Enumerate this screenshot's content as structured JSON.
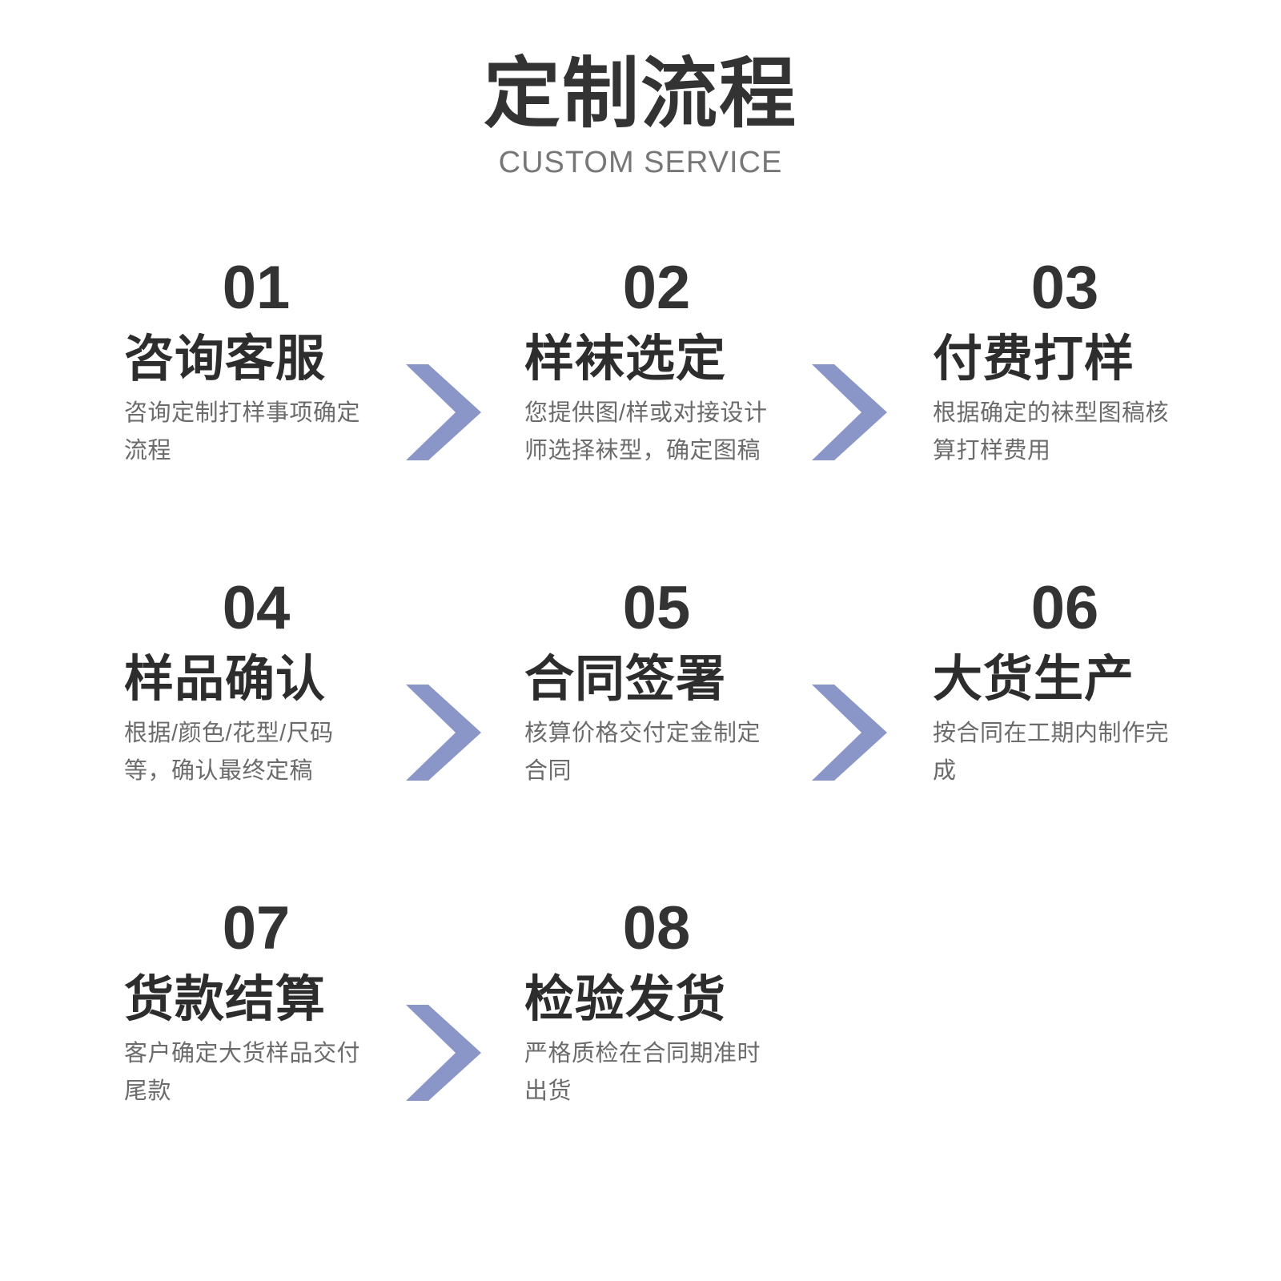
{
  "header": {
    "title": "定制流程",
    "subtitle": "CUSTOM SERVICE"
  },
  "theme": {
    "background": "#ffffff",
    "title_color": "#333333",
    "subtitle_color": "#777777",
    "step_number_color": "#333333",
    "step_title_color": "#2d2d2d",
    "step_desc_color": "#6b6b6b",
    "arrow_color": "#8b96c8"
  },
  "steps": [
    {
      "number": "01",
      "title": "咨询客服",
      "desc": "咨询定制打样事项确定流程"
    },
    {
      "number": "02",
      "title": "样袜选定",
      "desc": "您提供图/样或对接设计师选择袜型，确定图稿"
    },
    {
      "number": "03",
      "title": "付费打样",
      "desc": "根据确定的袜型图稿核算打样费用"
    },
    {
      "number": "04",
      "title": "样品确认",
      "desc": "根据/颜色/花型/尺码等，确认最终定稿"
    },
    {
      "number": "05",
      "title": "合同签署",
      "desc": "核算价格交付定金制定合同"
    },
    {
      "number": "06",
      "title": "大货生产",
      "desc": "按合同在工期内制作完成"
    },
    {
      "number": "07",
      "title": "货款结算",
      "desc": "客户确定大货样品交付尾款"
    },
    {
      "number": "08",
      "title": "检验发货",
      "desc": "严格质检在合同期准时出货"
    }
  ],
  "arrows": [
    {
      "name": "chevron-right-icon-1"
    },
    {
      "name": "chevron-right-icon-2"
    },
    {
      "name": "chevron-right-icon-3"
    },
    {
      "name": "chevron-right-icon-4"
    },
    {
      "name": "chevron-right-icon-5"
    }
  ]
}
